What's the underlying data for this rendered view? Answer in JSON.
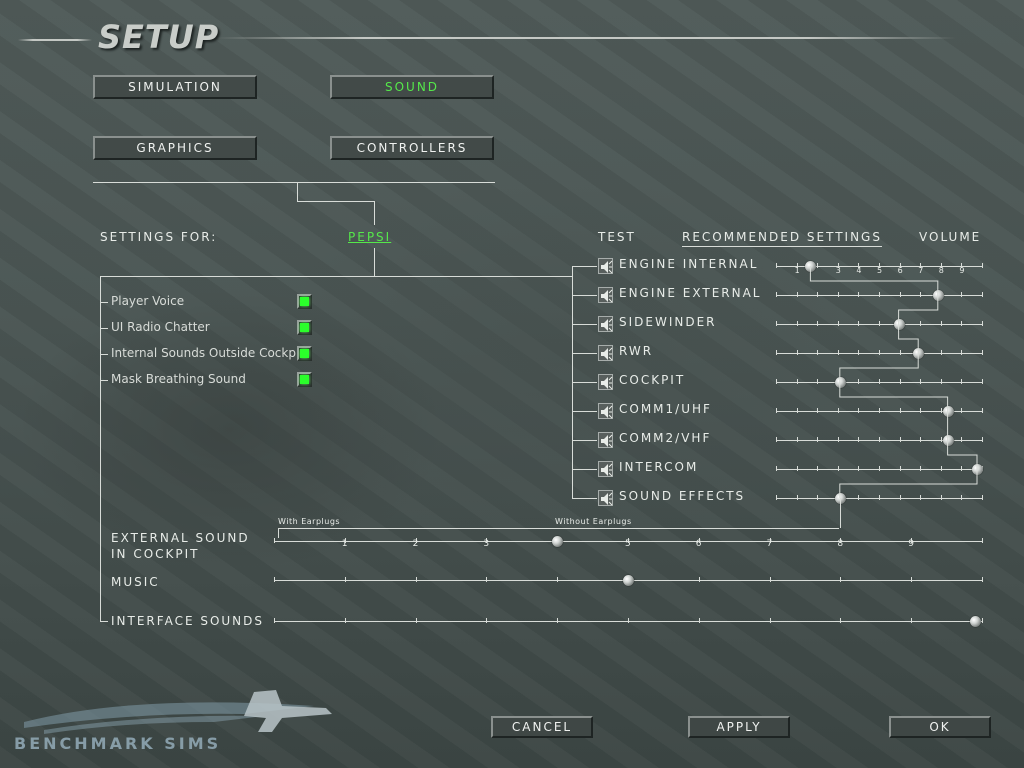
{
  "title": "SETUP",
  "tabs": [
    {
      "label": "Simulation",
      "active": false
    },
    {
      "label": "Sound",
      "active": true
    },
    {
      "label": "Graphics",
      "active": false
    },
    {
      "label": "Controllers",
      "active": false
    }
  ],
  "settings_for": {
    "label": "Settings For:",
    "value": "PEPSI"
  },
  "options": [
    {
      "label": "Player Voice",
      "checked": true
    },
    {
      "label": "UI Radio Chatter",
      "checked": true
    },
    {
      "label": "Internal Sounds Outside Cockpit",
      "checked": true
    },
    {
      "label": "Mask Breathing Sound",
      "checked": true
    }
  ],
  "headers": {
    "test": "Test",
    "recommended": "Recommended Settings",
    "volume": "Volume"
  },
  "scale_numbers": [
    "1",
    "2",
    "3",
    "4",
    "5",
    "6",
    "7",
    "8",
    "9"
  ],
  "channels": [
    {
      "label": "Engine Internal",
      "level": 0.15
    },
    {
      "label": "Engine External",
      "level": 0.8
    },
    {
      "label": "Sidewinder",
      "level": 0.6
    },
    {
      "label": "RWR",
      "level": 0.7
    },
    {
      "label": "Cockpit",
      "level": 0.3
    },
    {
      "label": "COMM1/UHF",
      "level": 0.85
    },
    {
      "label": "COMM2/VHF",
      "level": 0.85
    },
    {
      "label": "Intercom",
      "level": 1.0
    },
    {
      "label": "Sound Effects",
      "level": 0.3
    }
  ],
  "external_sound": {
    "label_line1": "External Sound",
    "label_line2": "In Cockpit",
    "with_earplugs": "With Earplugs",
    "without_earplugs": "Without Earplugs",
    "level": 0.4
  },
  "music": {
    "label": "Music",
    "level": 0.5
  },
  "interface_sounds": {
    "label": "Interface sounds",
    "level": 0.99
  },
  "buttons": {
    "cancel": "Cancel",
    "apply": "Apply",
    "ok": "Ok"
  },
  "logo_text": "BENCHMARK SIMS",
  "colors": {
    "active": "#55e84a",
    "check_on": "#2bff2b",
    "line": "#d8dcd8"
  }
}
